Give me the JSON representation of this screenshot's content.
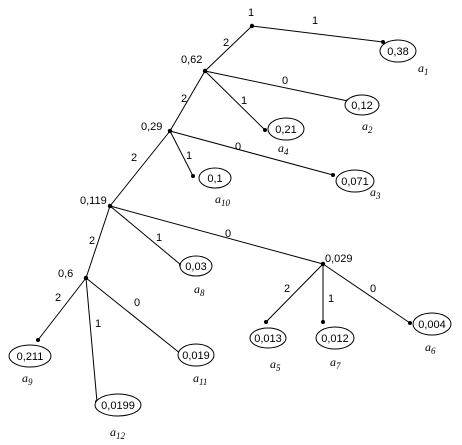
{
  "nodes": [
    {
      "id": "root",
      "label": "1"
    },
    {
      "id": "n062",
      "label": "0,62"
    },
    {
      "id": "n029",
      "label": "0,29"
    },
    {
      "id": "n0119",
      "label": "0,119"
    },
    {
      "id": "n006",
      "label": "0,6"
    },
    {
      "id": "n0029",
      "label": "0,029"
    }
  ],
  "leaves": [
    {
      "id": "a1",
      "value": "0,38",
      "name": "a",
      "sub": "1"
    },
    {
      "id": "a2",
      "value": "0,12",
      "name": "a",
      "sub": "2"
    },
    {
      "id": "a3",
      "value": "0,071",
      "name": "a",
      "sub": "3"
    },
    {
      "id": "a4",
      "value": "0,21",
      "name": "a",
      "sub": "4"
    },
    {
      "id": "a5",
      "value": "0,013",
      "name": "a",
      "sub": "5"
    },
    {
      "id": "a6",
      "value": "0,004",
      "name": "a",
      "sub": "6"
    },
    {
      "id": "a7",
      "value": "0,012",
      "name": "a",
      "sub": "7"
    },
    {
      "id": "a8",
      "value": "0,03",
      "name": "a",
      "sub": "8"
    },
    {
      "id": "a9",
      "value": "0,211",
      "name": "a",
      "sub": "9"
    },
    {
      "id": "a10",
      "value": "0,1",
      "name": "a",
      "sub": "10"
    },
    {
      "id": "a11",
      "value": "0,019",
      "name": "a",
      "sub": "11"
    },
    {
      "id": "a12",
      "value": "0,0199",
      "name": "a",
      "sub": "12"
    }
  ],
  "edges": [
    {
      "from": "root",
      "to": "a1",
      "label": "1"
    },
    {
      "from": "root",
      "to": "n062",
      "label": "2"
    },
    {
      "from": "n062",
      "to": "a2",
      "label": "0"
    },
    {
      "from": "n062",
      "to": "a4",
      "label": "1"
    },
    {
      "from": "n062",
      "to": "n029",
      "label": "2"
    },
    {
      "from": "n029",
      "to": "a3",
      "label": "0"
    },
    {
      "from": "n029",
      "to": "a10",
      "label": "1"
    },
    {
      "from": "n029",
      "to": "n0119",
      "label": "2"
    },
    {
      "from": "n0119",
      "to": "n0029",
      "label": "0"
    },
    {
      "from": "n0119",
      "to": "a8",
      "label": "1"
    },
    {
      "from": "n0119",
      "to": "n006",
      "label": "2"
    },
    {
      "from": "n006",
      "to": "a11",
      "label": "0"
    },
    {
      "from": "n006",
      "to": "a12",
      "label": "1"
    },
    {
      "from": "n006",
      "to": "a9",
      "label": "2"
    },
    {
      "from": "n0029",
      "to": "a6",
      "label": "0"
    },
    {
      "from": "n0029",
      "to": "a7",
      "label": "1"
    },
    {
      "from": "n0029",
      "to": "a5",
      "label": "2"
    }
  ]
}
